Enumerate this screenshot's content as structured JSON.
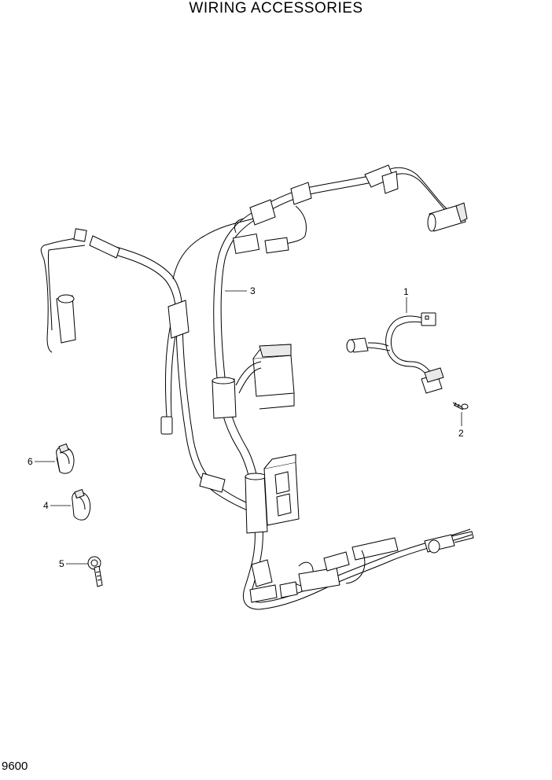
{
  "header": {
    "title": "WIRING ACCESSORIES"
  },
  "footer": {
    "page_number": "9600"
  },
  "callouts": [
    {
      "id": "1",
      "label": "1"
    },
    {
      "id": "2",
      "label": "2"
    },
    {
      "id": "3",
      "label": "3"
    },
    {
      "id": "4",
      "label": "4"
    },
    {
      "id": "5",
      "label": "5"
    },
    {
      "id": "6",
      "label": "6"
    }
  ]
}
